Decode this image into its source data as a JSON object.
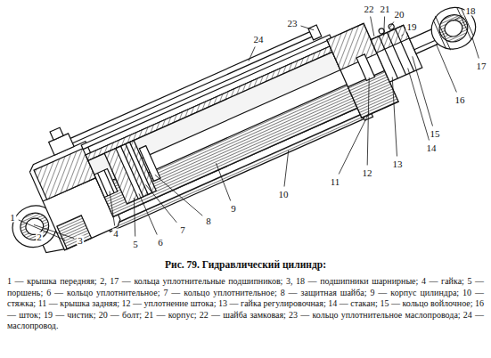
{
  "diagram": {
    "caption": "Рис. 79. Гидравлический цилиндр:",
    "labels": [
      "1",
      "2",
      "3",
      "4",
      "5",
      "6",
      "7",
      "8",
      "9",
      "10",
      "11",
      "12",
      "13",
      "14",
      "15",
      "16",
      "17",
      "18",
      "19",
      "20",
      "21",
      "22",
      "23",
      "24",
      "1 — крышка передняя;",
      "2, 17 — кольца уплотнительные подшипников;",
      "3, 18 — подшипники шарнирные;",
      "4 — гайка;",
      "5 — поршень;",
      "6 — кольцо уплотнительное;",
      "7 — кольцо уплотнительное;",
      "8 — защитная шайба;",
      "9 — корпус цилиндра;",
      "10 — стяжка;",
      "11 — крышка задняя;",
      "12 — уплотнение штока;",
      "13 — гайка регулировочная;",
      "14 — стакан;",
      "15 — кольцо войлочное;",
      "16 — шток;",
      "19 — чистик;",
      "20 — болт;",
      "21 — корпус;",
      "22 — шайба замковая;",
      "23 — кольцо уплотнительное маслопровода;",
      "24 — маслопровод."
    ]
  }
}
